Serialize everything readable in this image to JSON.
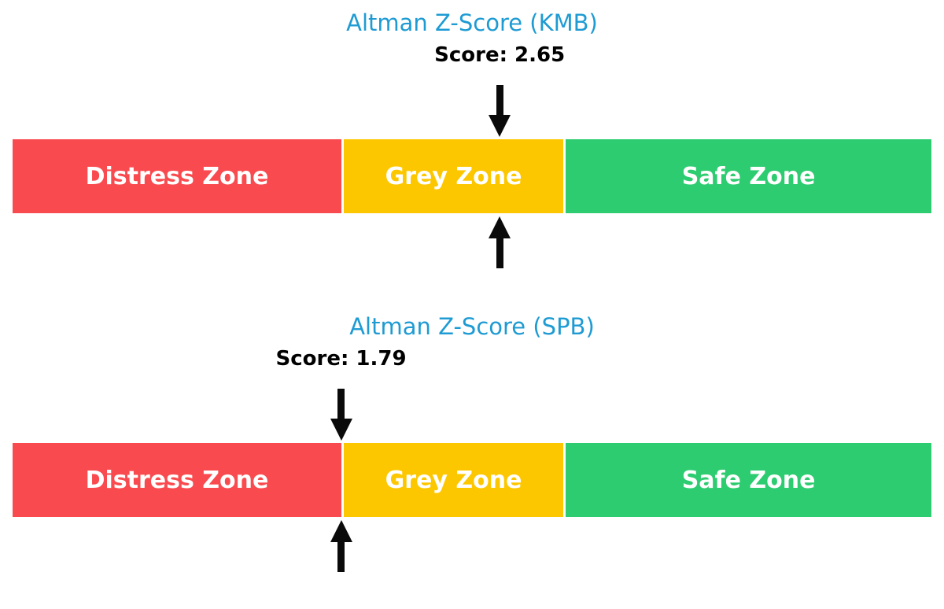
{
  "colors": {
    "background": "#ffffff",
    "title_text": "#1e9bd3",
    "score_text": "#000000",
    "zone_label_text": "#ffffff",
    "arrow": "#0a0a0a"
  },
  "chart_data": [
    {
      "type": "bar",
      "orientation": "horizontal",
      "title": "Altman Z-Score (KMB)",
      "score_annotation": "Score: 2.65",
      "score": 2.65,
      "xlim": [
        0,
        5
      ],
      "grid": false,
      "segments": [
        {
          "label": "Distress Zone",
          "range": [
            0,
            1.8
          ],
          "color": "#f94b4f"
        },
        {
          "label": "Grey Zone",
          "range": [
            1.8,
            3.0
          ],
          "color": "#fdc700"
        },
        {
          "label": "Safe Zone",
          "range": [
            3.0,
            5.0
          ],
          "color": "#2ecc71"
        }
      ]
    },
    {
      "type": "bar",
      "orientation": "horizontal",
      "title": "Altman Z-Score (SPB)",
      "score_annotation": "Score: 1.79",
      "score": 1.79,
      "xlim": [
        0,
        5
      ],
      "grid": false,
      "segments": [
        {
          "label": "Distress Zone",
          "range": [
            0,
            1.8
          ],
          "color": "#f94b4f"
        },
        {
          "label": "Grey Zone",
          "range": [
            1.8,
            3.0
          ],
          "color": "#fdc700"
        },
        {
          "label": "Safe Zone",
          "range": [
            3.0,
            5.0
          ],
          "color": "#2ecc71"
        }
      ]
    }
  ]
}
